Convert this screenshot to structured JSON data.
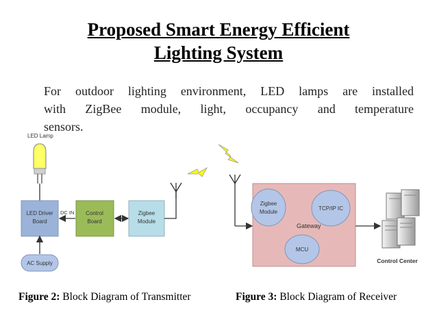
{
  "title": {
    "line1": "Proposed Smart Energy Efficient",
    "line2": "Lighting System"
  },
  "description": {
    "line1": "For outdoor lighting environment, LED lamps are installed",
    "line2": "with ZigBee module, light, occupancy and temperature",
    "line3": "sensors."
  },
  "transmitter": {
    "led_lamp_label": "LED Lamp",
    "led_driver_label_1": "LED Driver",
    "led_driver_label_2": "Board",
    "dc_in_label": "DC IN",
    "control_board_label_1": "Control",
    "control_board_label_2": "Board",
    "zigbee_label_1": "Zigbee",
    "zigbee_label_2": "Module",
    "ac_supply_label": "AC Supply"
  },
  "receiver": {
    "zigbee_label_1": "Zigbee",
    "zigbee_label_2": "Module",
    "tcpip_label": "TCP/IP IC",
    "gateway_label": "Gateway",
    "mcu_label": "MCU",
    "control_center_label": "Control Center"
  },
  "captions": {
    "fig2_bold": "Figure 2:",
    "fig2_text": " Block Diagram of Transmitter",
    "fig3_bold": "Figure 3:",
    "fig3_text": " Block Diagram of Receiver"
  },
  "colors": {
    "led_driver": "#9bb3d8",
    "control_board": "#9bbb59",
    "zigbee": "#b7dde8",
    "gateway": "#e6b9b8",
    "ellipse": "#b3c6e7",
    "lamp": "#ffff66",
    "lightning": "#ffff00"
  }
}
